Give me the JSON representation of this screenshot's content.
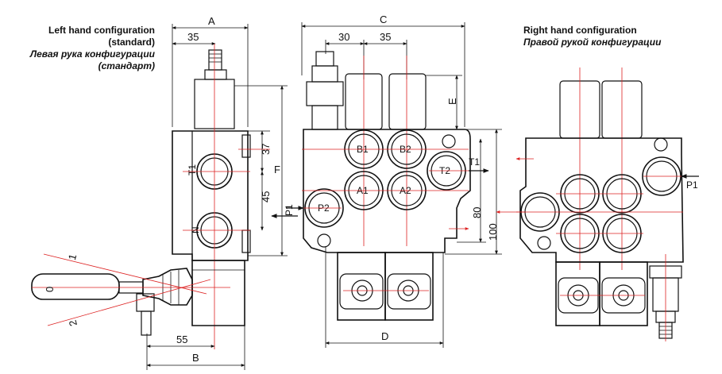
{
  "captions": {
    "left": {
      "line1": "Left hand configuration",
      "line2": "(standard)",
      "line3": "Левая рука конфигурации",
      "line4": "(стандарт)"
    },
    "right": {
      "line1": "Right hand configuration",
      "line2": "Правой рукой конфигурации"
    }
  },
  "dimensions": {
    "A": "A",
    "B": "B",
    "C": "C",
    "D": "D",
    "E": "E",
    "F": "F",
    "d35_left": "35",
    "d55": "55",
    "d37": "37",
    "d45": "45",
    "d30": "30",
    "d35_front": "35",
    "d80": "80",
    "d100": "100"
  },
  "ports": {
    "T1_side": "T1",
    "N_side": "N",
    "P1_side": "P1",
    "B1": "B1",
    "B2": "B2",
    "A1": "A1",
    "A2": "A2",
    "P2": "P2",
    "T2": "T2",
    "T1_front": "T1",
    "P1_right": "P1"
  },
  "lever": {
    "pos_1": "1",
    "pos_0": "0",
    "pos_2": "2"
  },
  "colors": {
    "outline": "#111111",
    "centerline": "#dd2222"
  }
}
